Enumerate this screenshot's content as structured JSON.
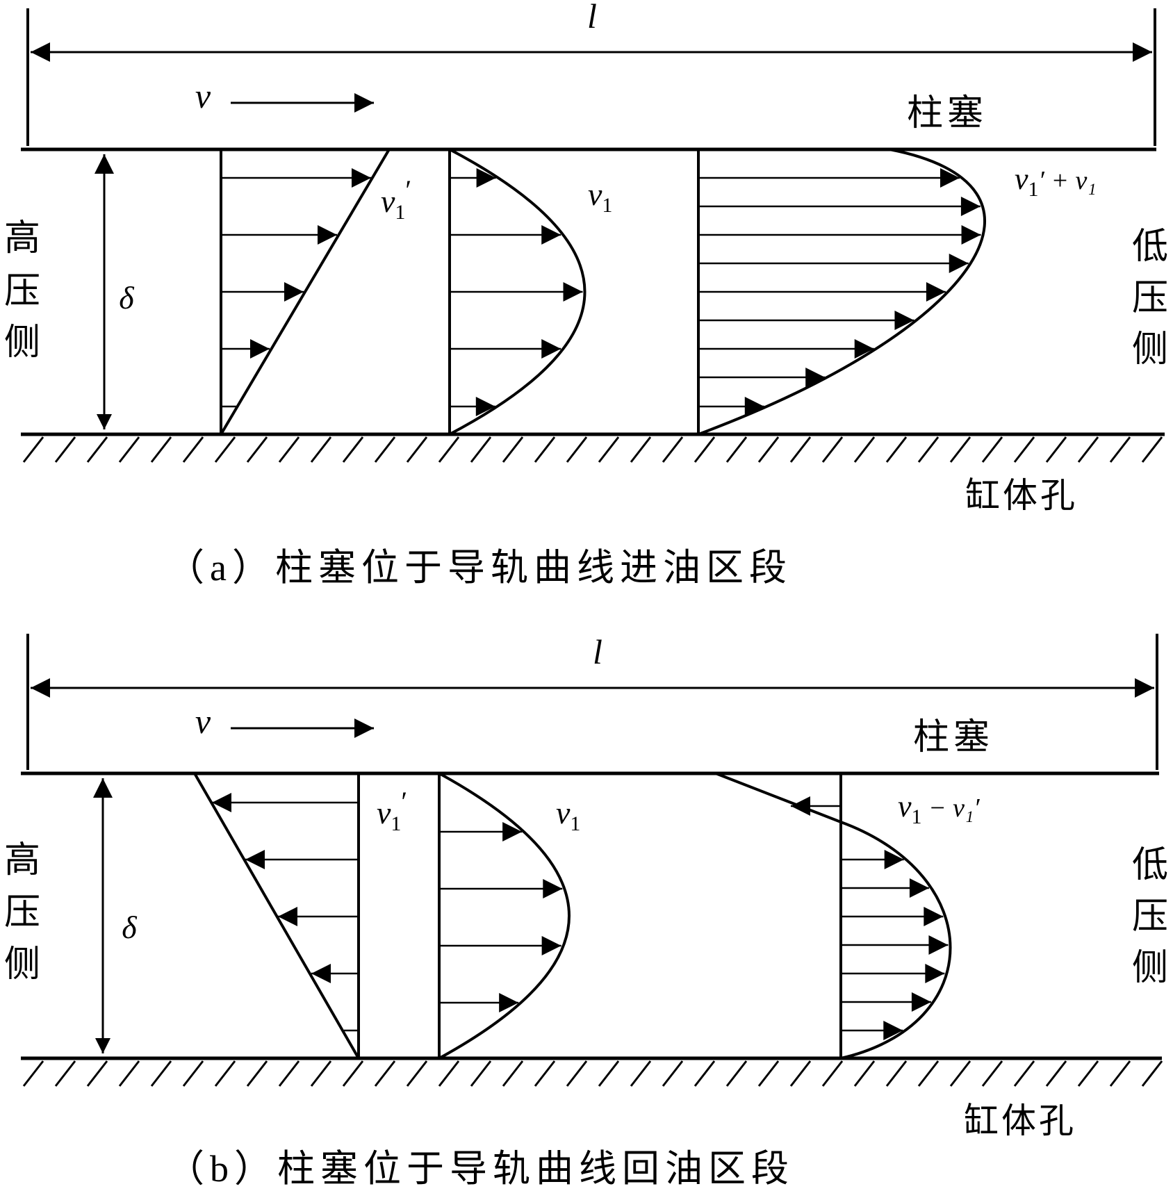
{
  "colors": {
    "ink": "#000000",
    "background": "#ffffff"
  },
  "panels": [
    {
      "id": "a",
      "length_symbol": "l",
      "velocity_symbol": "v",
      "plunger_label": "柱塞",
      "bore_label": "缸体孔",
      "gap_symbol": "δ",
      "high_pressure_label": [
        "高",
        "压",
        "侧"
      ],
      "low_pressure_label": [
        "低",
        "压",
        "侧"
      ],
      "profiles": [
        {
          "kind": "shear",
          "label_main": "v",
          "label_sub": "1",
          "label_tail": "′"
        },
        {
          "kind": "pressure",
          "label_main": "v",
          "label_sub": "1",
          "label_tail": ""
        },
        {
          "kind": "combined",
          "label_main": "v",
          "label_sub": "1",
          "label_tail": "′ + v₁"
        }
      ],
      "caption": "（a）柱塞位于导轨曲线进油区段"
    },
    {
      "id": "b",
      "length_symbol": "l",
      "velocity_symbol": "v",
      "plunger_label": "柱塞",
      "bore_label": "缸体孔",
      "gap_symbol": "δ",
      "high_pressure_label": [
        "高",
        "压",
        "侧"
      ],
      "low_pressure_label": [
        "低",
        "压",
        "侧"
      ],
      "profiles": [
        {
          "kind": "shear",
          "label_main": "v",
          "label_sub": "1",
          "label_tail": "′"
        },
        {
          "kind": "pressure",
          "label_main": "v",
          "label_sub": "1",
          "label_tail": ""
        },
        {
          "kind": "combined",
          "label_main": "v",
          "label_sub": "1",
          "label_tail": " − v₁′"
        }
      ],
      "caption": "（b）柱塞位于导轨曲线回油区段"
    }
  ]
}
